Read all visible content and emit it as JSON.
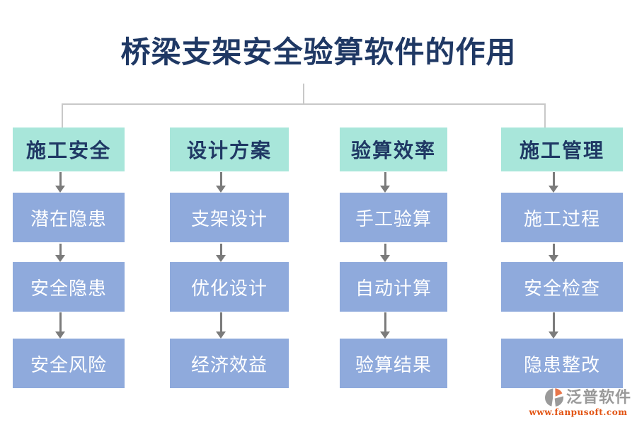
{
  "title": "桥梁支架安全验算软件的作用",
  "columns": [
    {
      "header": "施工安全",
      "items": [
        "潜在隐患",
        "安全隐患",
        "安全风险"
      ]
    },
    {
      "header": "设计方案",
      "items": [
        "支架设计",
        "优化设计",
        "经济效益"
      ]
    },
    {
      "header": "验算效率",
      "items": [
        "手工验算",
        "自动计算",
        "验算结果"
      ]
    },
    {
      "header": "施工管理",
      "items": [
        "施工过程",
        "安全检查",
        "隐患整改"
      ]
    }
  ],
  "logo": {
    "name": "泛普软件",
    "url": "www.fanpusoft.com"
  },
  "icons": {
    "arrow": "arrow-down-icon",
    "logo_mark": "fanpu-logo-icon"
  },
  "colors": {
    "title_text": "#1f3864",
    "header_box": "#a8e6da",
    "item_box": "#8faadc",
    "item_text": "#ffffff",
    "arrow": "#7b7b7b",
    "connector_line": "#c8c8c8",
    "logo_gray": "#9a9a9a",
    "logo_orange": "#e25312"
  }
}
